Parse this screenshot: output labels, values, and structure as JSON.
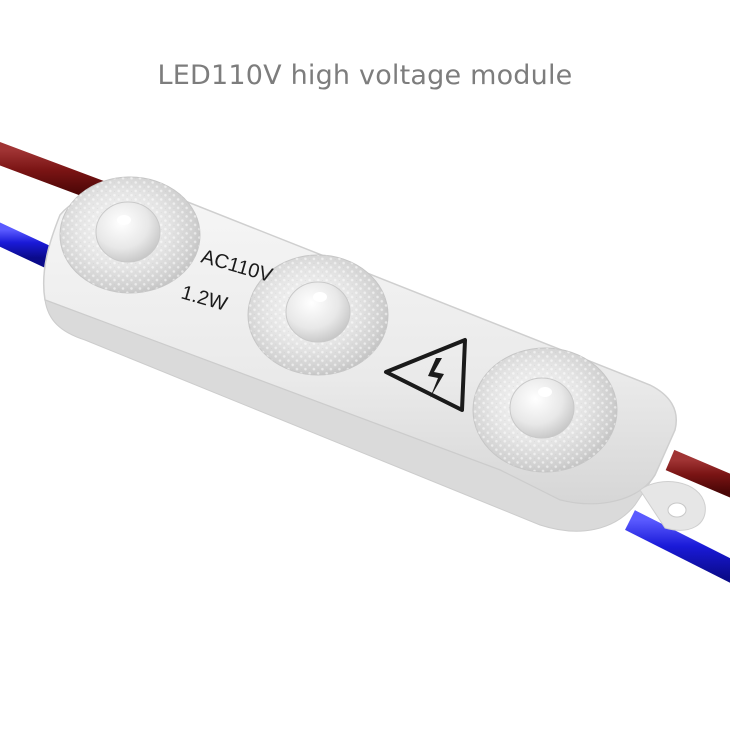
{
  "caption": "LED110V high voltage module",
  "product": {
    "printed_voltage": "AC110V",
    "printed_power": "1.2W",
    "lens_count": 3,
    "warning_symbol": "high-voltage-warning-icon"
  },
  "colors": {
    "caption": "#7d7d7d",
    "wire_red": "#7a1414",
    "wire_blue": "#1a1ad8",
    "housing": "#eeeeee",
    "print": "#1a1a1a"
  }
}
